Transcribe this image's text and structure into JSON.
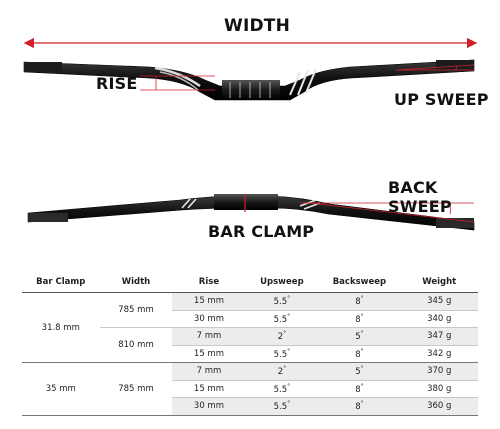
{
  "labels": {
    "width": "WIDTH",
    "rise": "RISE",
    "up_sweep": "UP SWEEP",
    "back_sweep": "BACK SWEEP",
    "bar_clamp": "BAR CLAMP"
  },
  "table": {
    "headers": [
      "Bar Clamp",
      "Width",
      "Rise",
      "Upsweep",
      "Backsweep",
      "Weight"
    ],
    "groups": [
      {
        "clamp": "31.8 mm",
        "widths": [
          {
            "width": "785 mm",
            "rows": [
              {
                "rise": "15 mm",
                "upsweep": "5.5",
                "backsweep": "8",
                "weight": "345 g"
              },
              {
                "rise": "30 mm",
                "upsweep": "5.5",
                "backsweep": "8",
                "weight": "340 g"
              }
            ]
          },
          {
            "width": "810 mm",
            "rows": [
              {
                "rise": "7 mm",
                "upsweep": "2",
                "backsweep": "5",
                "weight": "347 g"
              },
              {
                "rise": "15 mm",
                "upsweep": "5.5",
                "backsweep": "8",
                "weight": "342 g"
              }
            ]
          }
        ]
      },
      {
        "clamp": "35 mm",
        "widths": [
          {
            "width": "785 mm",
            "rows": [
              {
                "rise": "7 mm",
                "upsweep": "2",
                "backsweep": "5",
                "weight": "370 g"
              },
              {
                "rise": "15 mm",
                "upsweep": "5.5",
                "backsweep": "8",
                "weight": "380 g"
              },
              {
                "rise": "30 mm",
                "upsweep": "5.5",
                "backsweep": "8",
                "weight": "360 g"
              }
            ]
          }
        ]
      }
    ],
    "degree_symbol": "°"
  },
  "colors": {
    "accent_red": "#d0202a",
    "bar_black": "#141414",
    "row_shade": "#ececec"
  }
}
